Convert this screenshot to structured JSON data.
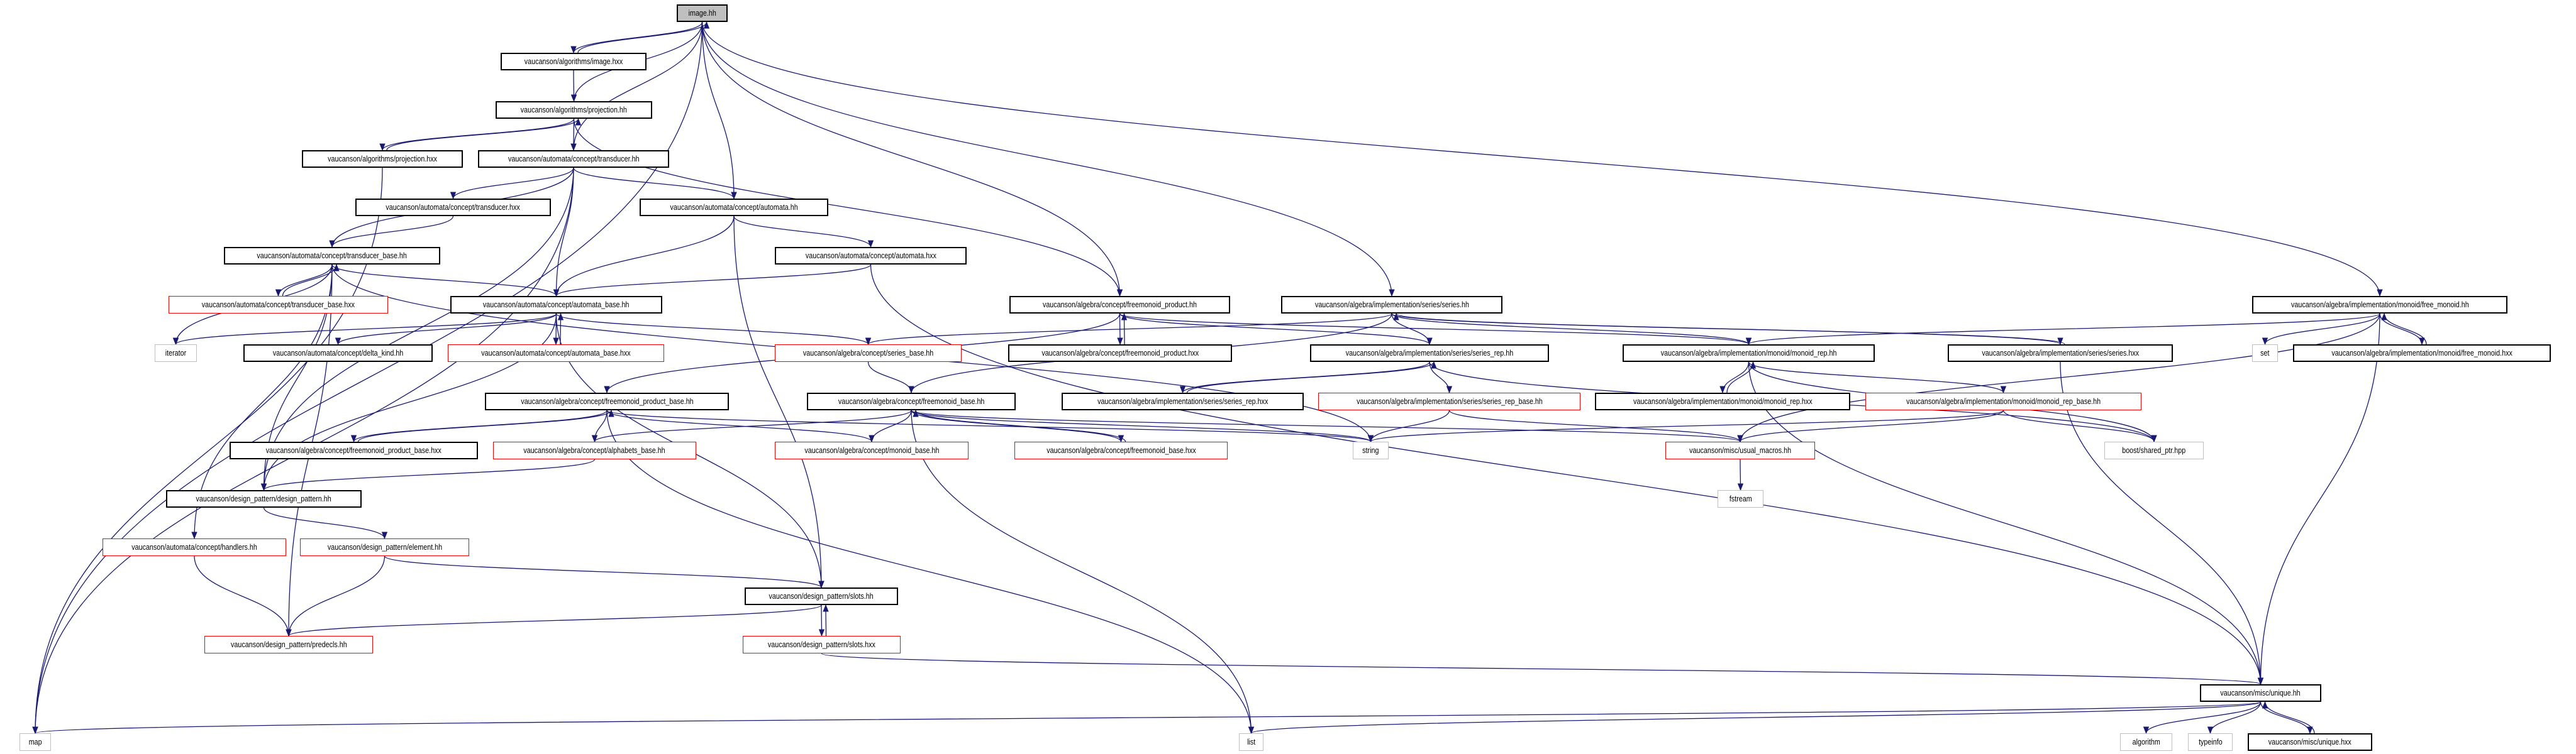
{
  "colors": {
    "edge": "#191970",
    "root_fill": "#bfbfbf",
    "incomplete_border": "#ff0000",
    "external_border": "#bfbfbf"
  },
  "nodes": [
    {
      "id": "image_hh",
      "label": "image.hh",
      "style": "root"
    },
    {
      "id": "image_hxx",
      "label": "vaucanson/algorithms/image.hxx",
      "style": "normal"
    },
    {
      "id": "projection_hh",
      "label": "vaucanson/algorithms/projection.hh",
      "style": "normal"
    },
    {
      "id": "projection_hxx",
      "label": "vaucanson/algorithms/projection.hxx",
      "style": "normal"
    },
    {
      "id": "transducer_hh",
      "label": "vaucanson/automata/concept/transducer.hh",
      "style": "normal"
    },
    {
      "id": "transducer_hxx",
      "label": "vaucanson/automata/concept/transducer.hxx",
      "style": "normal"
    },
    {
      "id": "automata_hh",
      "label": "vaucanson/automata/concept/automata.hh",
      "style": "normal"
    },
    {
      "id": "automata_hxx",
      "label": "vaucanson/automata/concept/automata.hxx",
      "style": "normal"
    },
    {
      "id": "transducer_base_hh",
      "label": "vaucanson/automata/concept/transducer_base.hh",
      "style": "normal"
    },
    {
      "id": "transducer_base_hxx",
      "label": "vaucanson/automata/concept/transducer_base.hxx",
      "style": "red"
    },
    {
      "id": "automata_base_hh",
      "label": "vaucanson/automata/concept/automata_base.hh",
      "style": "normal"
    },
    {
      "id": "iterator",
      "label": "iterator",
      "style": "gray"
    },
    {
      "id": "delta_kind_hh",
      "label": "vaucanson/automata/concept/delta_kind.hh",
      "style": "normal"
    },
    {
      "id": "automata_base_hxx",
      "label": "vaucanson/automata/concept/automata_base.hxx",
      "style": "red"
    },
    {
      "id": "series_base_hh",
      "label": "vaucanson/algebra/concept/series_base.hh",
      "style": "red"
    },
    {
      "id": "freemonoid_product_hh",
      "label": "vaucanson/algebra/concept/freemonoid_product.hh",
      "style": "normal"
    },
    {
      "id": "freemonoid_product_hxx",
      "label": "vaucanson/algebra/concept/freemonoid_product.hxx",
      "style": "normal"
    },
    {
      "id": "series_hh",
      "label": "vaucanson/algebra/implementation/series/series.hh",
      "style": "normal"
    },
    {
      "id": "series_hxx",
      "label": "vaucanson/algebra/implementation/series/series.hxx",
      "style": "normal"
    },
    {
      "id": "series_rep_hh",
      "label": "vaucanson/algebra/implementation/series/series_rep.hh",
      "style": "normal"
    },
    {
      "id": "series_rep_hxx",
      "label": "vaucanson/algebra/implementation/series/series_rep.hxx",
      "style": "normal"
    },
    {
      "id": "series_rep_base_hh",
      "label": "vaucanson/algebra/implementation/series/series_rep_base.hh",
      "style": "red"
    },
    {
      "id": "free_monoid_hh",
      "label": "vaucanson/algebra/implementation/monoid/free_monoid.hh",
      "style": "normal"
    },
    {
      "id": "free_monoid_hxx",
      "label": "vaucanson/algebra/implementation/monoid/free_monoid.hxx",
      "style": "normal"
    },
    {
      "id": "set",
      "label": "set",
      "style": "gray"
    },
    {
      "id": "monoid_rep_hh",
      "label": "vaucanson/algebra/implementation/monoid/monoid_rep.hh",
      "style": "normal"
    },
    {
      "id": "monoid_rep_hxx",
      "label": "vaucanson/algebra/implementation/monoid/monoid_rep.hxx",
      "style": "normal"
    },
    {
      "id": "monoid_rep_base_hh",
      "label": "vaucanson/algebra/implementation/monoid/monoid_rep_base.hh",
      "style": "red"
    },
    {
      "id": "freemonoid_product_base_hh",
      "label": "vaucanson/algebra/concept/freemonoid_product_base.hh",
      "style": "normal"
    },
    {
      "id": "freemonoid_product_base_hxx",
      "label": "vaucanson/algebra/concept/freemonoid_product_base.hxx",
      "style": "normal"
    },
    {
      "id": "freemonoid_base_hh",
      "label": "vaucanson/algebra/concept/freemonoid_base.hh",
      "style": "normal"
    },
    {
      "id": "freemonoid_base_hxx",
      "label": "vaucanson/algebra/concept/freemonoid_base.hxx",
      "style": "red"
    },
    {
      "id": "alphabets_base_hh",
      "label": "vaucanson/algebra/concept/alphabets_base.hh",
      "style": "red"
    },
    {
      "id": "monoid_base_hh",
      "label": "vaucanson/algebra/concept/monoid_base.hh",
      "style": "red"
    },
    {
      "id": "string",
      "label": "string",
      "style": "gray"
    },
    {
      "id": "usual_macros_hh",
      "label": "vaucanson/misc/usual_macros.hh",
      "style": "red"
    },
    {
      "id": "boost_shared_ptr",
      "label": "boost/shared_ptr.hpp",
      "style": "gray"
    },
    {
      "id": "fstream",
      "label": "fstream",
      "style": "gray"
    },
    {
      "id": "design_pattern_hh",
      "label": "vaucanson/design_pattern/design_pattern.hh",
      "style": "normal"
    },
    {
      "id": "handlers_hh",
      "label": "vaucanson/automata/concept/handlers.hh",
      "style": "red"
    },
    {
      "id": "element_hh",
      "label": "vaucanson/design_pattern/element.hh",
      "style": "red"
    },
    {
      "id": "predecls_hh",
      "label": "vaucanson/design_pattern/predecls.hh",
      "style": "red"
    },
    {
      "id": "slots_hh",
      "label": "vaucanson/design_pattern/slots.hh",
      "style": "normal"
    },
    {
      "id": "slots_hxx",
      "label": "vaucanson/design_pattern/slots.hxx",
      "style": "red"
    },
    {
      "id": "unique_hh",
      "label": "vaucanson/misc/unique.hh",
      "style": "normal"
    },
    {
      "id": "unique_hxx",
      "label": "vaucanson/misc/unique.hxx",
      "style": "normal"
    },
    {
      "id": "algorithm",
      "label": "algorithm",
      "style": "gray"
    },
    {
      "id": "typeinfo",
      "label": "typeinfo",
      "style": "gray"
    },
    {
      "id": "map",
      "label": "map",
      "style": "gray"
    },
    {
      "id": "list",
      "label": "list",
      "style": "gray"
    }
  ],
  "edges": [
    [
      "image_hh",
      "image_hxx"
    ],
    [
      "image_hh",
      "projection_hh"
    ],
    [
      "image_hh",
      "transducer_hh"
    ],
    [
      "image_hh",
      "automata_hh"
    ],
    [
      "image_hh",
      "freemonoid_product_hh"
    ],
    [
      "image_hh",
      "series_hh"
    ],
    [
      "image_hh",
      "free_monoid_hh"
    ],
    [
      "image_hh",
      "map"
    ],
    [
      "image_hxx",
      "image_hh"
    ],
    [
      "image_hxx",
      "projection_hh"
    ],
    [
      "projection_hh",
      "projection_hxx"
    ],
    [
      "projection_hh",
      "transducer_hh"
    ],
    [
      "projection_hh",
      "freemonoid_product_hh"
    ],
    [
      "projection_hxx",
      "projection_hh"
    ],
    [
      "projection_hxx",
      "map"
    ],
    [
      "transducer_hh",
      "transducer_hxx"
    ],
    [
      "transducer_hh",
      "automata_hh"
    ],
    [
      "transducer_hh",
      "transducer_base_hh"
    ],
    [
      "transducer_hh",
      "automata_base_hh"
    ],
    [
      "transducer_hh",
      "design_pattern_hh"
    ],
    [
      "transducer_hh",
      "map"
    ],
    [
      "transducer_hxx",
      "transducer_base_hh"
    ],
    [
      "automata_hh",
      "automata_base_hh"
    ],
    [
      "automata_hh",
      "automata_hxx"
    ],
    [
      "automata_hh",
      "slots_hh"
    ],
    [
      "automata_hxx",
      "automata_base_hh"
    ],
    [
      "automata_hxx",
      "unique_hh"
    ],
    [
      "transducer_base_hh",
      "transducer_base_hxx"
    ],
    [
      "transducer_base_hh",
      "automata_base_hh"
    ],
    [
      "transducer_base_hh",
      "iterator"
    ],
    [
      "transducer_base_hh",
      "design_pattern_hh"
    ],
    [
      "transducer_base_hh",
      "predecls_hh"
    ],
    [
      "transducer_base_hh",
      "handlers_hh"
    ],
    [
      "transducer_base_hh",
      "string"
    ],
    [
      "transducer_base_hxx",
      "transducer_base_hh"
    ],
    [
      "automata_base_hh",
      "iterator"
    ],
    [
      "automata_base_hh",
      "delta_kind_hh"
    ],
    [
      "automata_base_hh",
      "automata_base_hxx"
    ],
    [
      "automata_base_hh",
      "series_base_hh"
    ],
    [
      "automata_base_hh",
      "design_pattern_hh"
    ],
    [
      "automata_base_hh",
      "slots_hh"
    ],
    [
      "automata_base_hxx",
      "automata_base_hh"
    ],
    [
      "freemonoid_product_hh",
      "freemonoid_product_hxx"
    ],
    [
      "freemonoid_product_hh",
      "freemonoid_product_base_hh"
    ],
    [
      "freemonoid_product_hh",
      "series_rep_hh"
    ],
    [
      "freemonoid_product_hh",
      "monoid_rep_hh"
    ],
    [
      "freemonoid_product_hxx",
      "freemonoid_product_hh"
    ],
    [
      "series_hh",
      "series_base_hh"
    ],
    [
      "series_hh",
      "series_rep_hh"
    ],
    [
      "series_hh",
      "freemonoid_base_hh"
    ],
    [
      "series_hh",
      "series_hxx"
    ],
    [
      "series_hh",
      "monoid_rep_hh"
    ],
    [
      "series_hxx",
      "series_hh"
    ],
    [
      "series_hxx",
      "unique_hh"
    ],
    [
      "series_rep_hh",
      "series_rep_hxx"
    ],
    [
      "series_rep_hh",
      "series_rep_base_hh"
    ],
    [
      "series_rep_hh",
      "boost_shared_ptr"
    ],
    [
      "series_rep_hxx",
      "series_rep_hh"
    ],
    [
      "series_rep_base_hh",
      "string"
    ],
    [
      "series_rep_base_hh",
      "usual_macros_hh"
    ],
    [
      "series_base_hh",
      "freemonoid_base_hh"
    ],
    [
      "freemonoid_base_hh",
      "monoid_base_hh"
    ],
    [
      "freemonoid_base_hh",
      "freemonoid_base_hxx"
    ],
    [
      "freemonoid_base_hh",
      "alphabets_base_hh"
    ],
    [
      "freemonoid_base_hh",
      "string"
    ],
    [
      "freemonoid_base_hh",
      "usual_macros_hh"
    ],
    [
      "freemonoid_base_hh",
      "list"
    ],
    [
      "freemonoid_base_hxx",
      "freemonoid_base_hh"
    ],
    [
      "freemonoid_product_base_hh",
      "freemonoid_product_base_hxx"
    ],
    [
      "freemonoid_product_base_hh",
      "alphabets_base_hh"
    ],
    [
      "freemonoid_product_base_hh",
      "monoid_base_hh"
    ],
    [
      "freemonoid_product_base_hh",
      "string"
    ],
    [
      "freemonoid_product_base_hh",
      "list"
    ],
    [
      "freemonoid_product_base_hxx",
      "freemonoid_product_base_hh"
    ],
    [
      "alphabets_base_hh",
      "design_pattern_hh"
    ],
    [
      "design_pattern_hh",
      "element_hh"
    ],
    [
      "element_hh",
      "predecls_hh"
    ],
    [
      "element_hh",
      "slots_hh"
    ],
    [
      "handlers_hh",
      "predecls_hh"
    ],
    [
      "slots_hh",
      "slots_hxx"
    ],
    [
      "slots_hh",
      "predecls_hh"
    ],
    [
      "slots_hxx",
      "slots_hh"
    ],
    [
      "slots_hxx",
      "unique_hh"
    ],
    [
      "free_monoid_hh",
      "free_monoid_hxx"
    ],
    [
      "free_monoid_hh",
      "set"
    ],
    [
      "free_monoid_hh",
      "monoid_rep_hh"
    ],
    [
      "free_monoid_hh",
      "usual_macros_hh"
    ],
    [
      "free_monoid_hh",
      "unique_hh"
    ],
    [
      "free_monoid_hxx",
      "free_monoid_hh"
    ],
    [
      "monoid_rep_hh",
      "monoid_rep_hxx"
    ],
    [
      "monoid_rep_hh",
      "monoid_rep_base_hh"
    ],
    [
      "monoid_rep_hh",
      "boost_shared_ptr"
    ],
    [
      "monoid_rep_hh",
      "unique_hh"
    ],
    [
      "monoid_rep_hxx",
      "monoid_rep_hh"
    ],
    [
      "monoid_rep_base_hh",
      "usual_macros_hh"
    ],
    [
      "monoid_rep_base_hh",
      "boost_shared_ptr"
    ],
    [
      "monoid_rep_base_hh",
      "string"
    ],
    [
      "usual_macros_hh",
      "fstream"
    ],
    [
      "unique_hh",
      "algorithm"
    ],
    [
      "unique_hh",
      "typeinfo"
    ],
    [
      "unique_hh",
      "unique_hxx"
    ],
    [
      "unique_hh",
      "map"
    ],
    [
      "unique_hh",
      "list"
    ],
    [
      "unique_hxx",
      "unique_hh"
    ]
  ]
}
